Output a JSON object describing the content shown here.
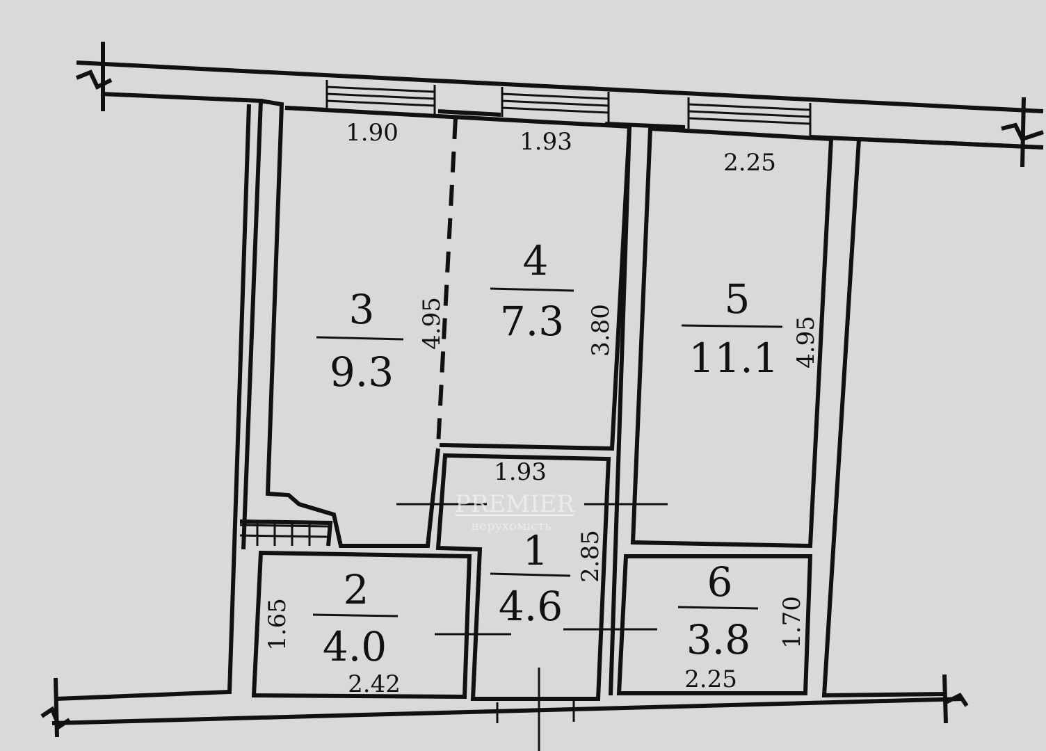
{
  "rooms": [
    {
      "id": "1",
      "area": "4.6"
    },
    {
      "id": "2",
      "area": "4.0"
    },
    {
      "id": "3",
      "area": "9.3"
    },
    {
      "id": "4",
      "area": "7.3"
    },
    {
      "id": "5",
      "area": "11.1"
    },
    {
      "id": "6",
      "area": "3.8"
    }
  ],
  "dimensions": {
    "room3_width": "1.90",
    "room4_width": "1.93",
    "room5_width": "2.25",
    "room3_length": "4.95",
    "room4_length": "3.80",
    "room5_length": "4.95",
    "room1_width": "1.93",
    "room1_length": "2.85",
    "room2_height": "1.65",
    "room2_width": "2.42",
    "room6_height": "1.70",
    "room6_width": "2.25"
  },
  "watermark": {
    "brand": "PREMIER",
    "subtitle": "нерухомість"
  },
  "colors": {
    "background": "#d9d9d9",
    "lines": "#111111"
  }
}
